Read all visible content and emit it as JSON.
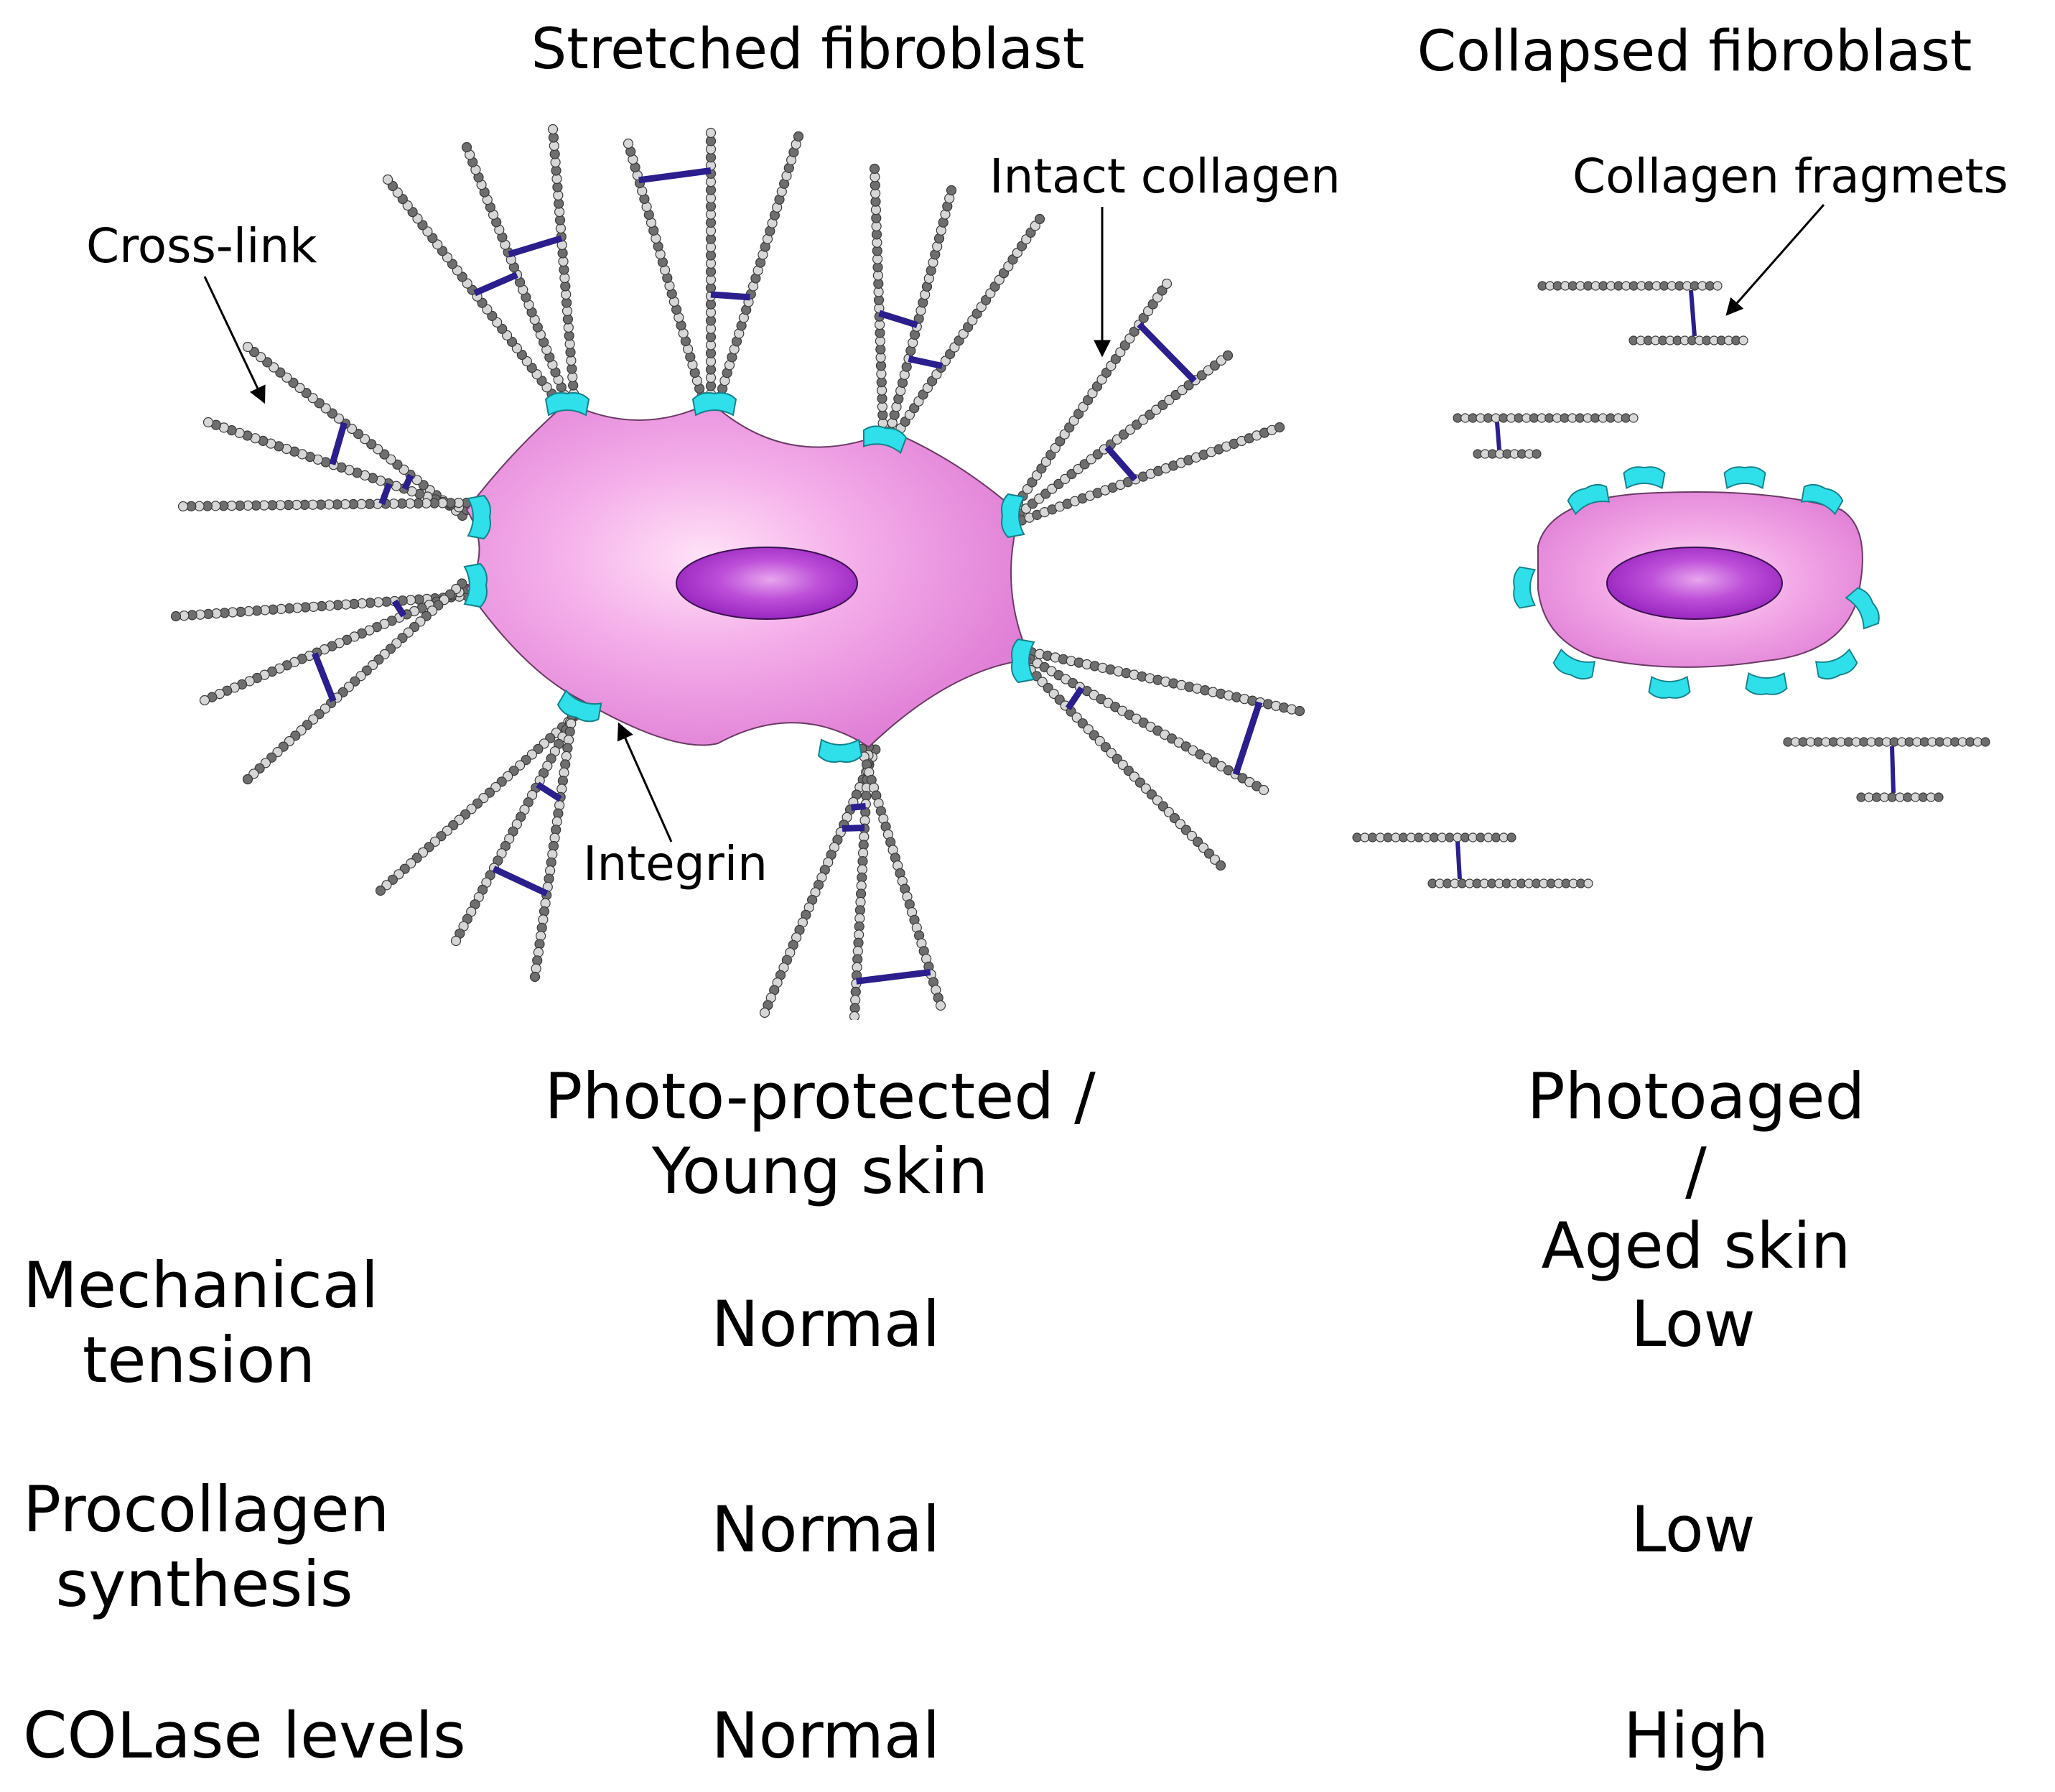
{
  "diagram": {
    "title_left": "Stretched fibroblast",
    "title_right": "Collapsed fibroblast",
    "label_crosslink": "Cross-link",
    "label_intact_collagen": "Intact collagen",
    "label_integrin": "Integrin",
    "label_collagen_fragments": "Collagen fragmets"
  },
  "colors": {
    "cell_pink": "#e57fd9",
    "cell_highlight": "#ffd8f4",
    "nucleus": "#a532c8",
    "integrin": "#2fdfe9",
    "crosslink": "#2a1f8c",
    "fibril_light": "#d7d7d7",
    "fibril_dark": "#6e6e6e"
  },
  "table": {
    "col_young_line1": "Photo-protected /",
    "col_young_line2": "Young skin",
    "col_aged_line1": "Photoaged /",
    "col_aged_line2": "Aged skin",
    "rows": [
      {
        "label_line1": "Mechanical",
        "label_line2": "tension",
        "young": "Normal",
        "aged": "Low"
      },
      {
        "label_line1": "Procollagen",
        "label_line2": "synthesis",
        "young": "Normal",
        "aged": "Low"
      },
      {
        "label_line1": "COLase levels",
        "label_line2": "",
        "young": "Normal",
        "aged": "High"
      }
    ]
  }
}
